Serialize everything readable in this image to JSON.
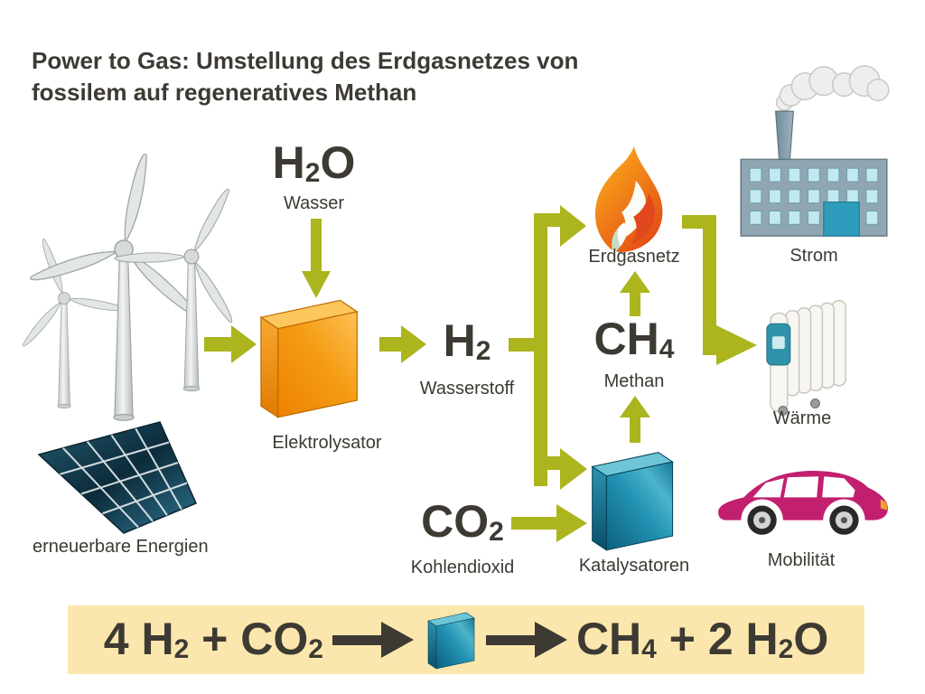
{
  "title": {
    "line1": "Power to Gas: Umstellung des Erdgasnetzes von",
    "line2": "fossilem auf regeneratives Methan"
  },
  "inputs": {
    "renewables": {
      "label": "erneuerbare Energien"
    },
    "water": {
      "f_main": "H",
      "f_sub": "2",
      "f_tail": "O",
      "label": "Wasser"
    },
    "co2": {
      "f_main": "CO",
      "f_sub": "2",
      "label": "Kohlendioxid"
    }
  },
  "process": {
    "electrolyzer": {
      "label": "Elektrolysator"
    },
    "hydrogen": {
      "f_main": "H",
      "f_sub": "2",
      "label": "Wasserstoff"
    },
    "catalysts": {
      "label": "Katalysatoren"
    },
    "methane": {
      "f_main": "CH",
      "f_sub": "4",
      "label": "Methan"
    },
    "gas_grid": {
      "label": "Erdgasnetz"
    }
  },
  "outputs": {
    "electricity": {
      "label": "Strom"
    },
    "heat": {
      "label": "Wärme"
    },
    "mobility": {
      "label": "Mobilität"
    }
  },
  "equation": {
    "lhs_1": "4 H",
    "lhs_sub1": "2",
    "lhs_2": " + CO",
    "lhs_sub2": "2",
    "rhs_1": "CH",
    "rhs_sub1": "4",
    "rhs_2": " + 2 H",
    "rhs_sub2": "2",
    "rhs_3": "O"
  },
  "colors": {
    "arrow_green": "#acb41e",
    "text_dark": "#3d3a33",
    "equation_bg": "#fbe7ad",
    "electrolyzer_orange": "#f59c14",
    "catalyst_teal": "#1d87a8",
    "flame_orange": "#f07818",
    "car_magenta": "#c2206e"
  }
}
